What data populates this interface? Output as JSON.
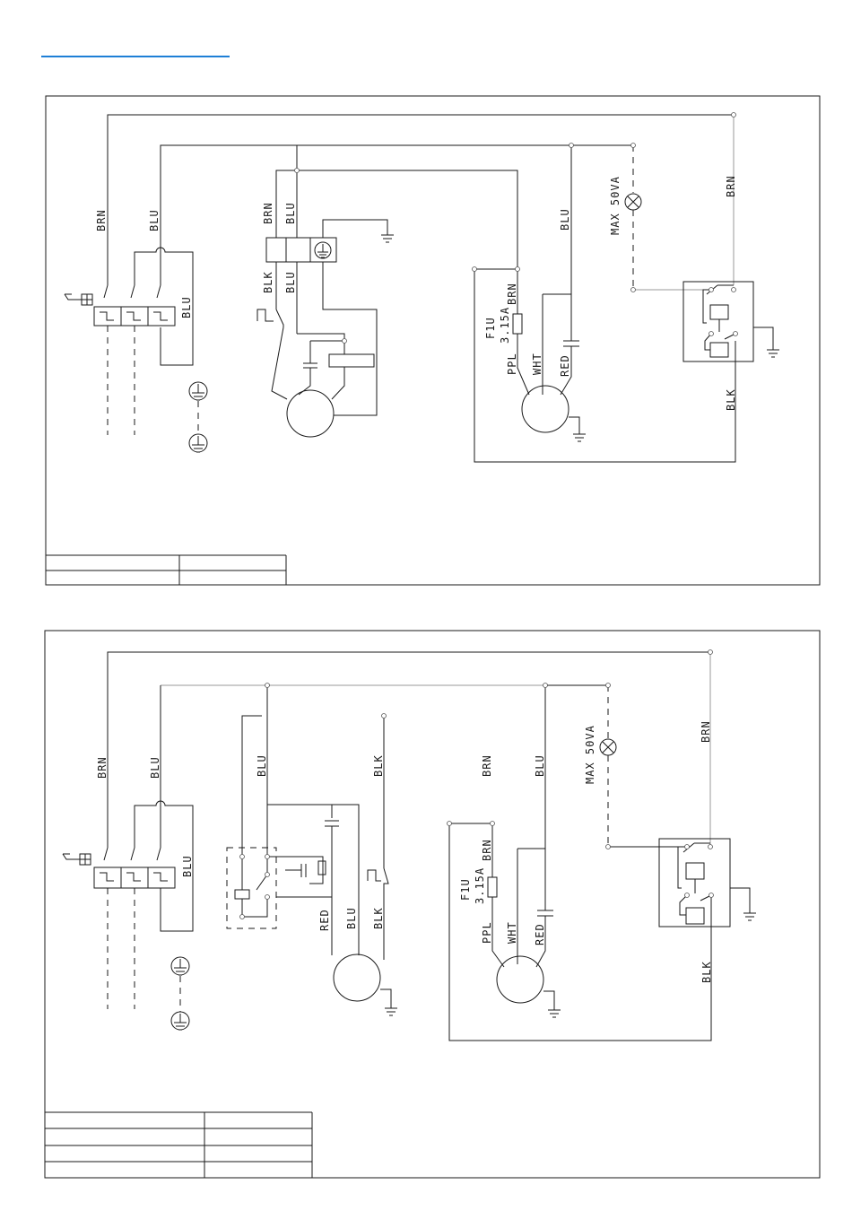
{
  "colors": {
    "header_rule": "#1e7fd6",
    "wire": "#1a1a1a",
    "grey_wire": "#9a9a9a"
  },
  "diagram1": {
    "labels": {
      "brn_left": "BRN",
      "blu_left": "BLU",
      "blu_breaker": "BLU",
      "brn_mid": "BRN",
      "blu_mid": "BLU",
      "blk_mid": "BLK",
      "blu_mid2": "BLU",
      "blu_right": "BLU",
      "lamp_rating": "MAX 50VA",
      "brn_far": "BRN",
      "brn_fuse": "BRN",
      "fuse_name": "F1U",
      "fuse_rating": "3.15A",
      "ppl": "PPL",
      "wht": "WHT",
      "red": "RED",
      "blk_far": "BLK"
    },
    "table_rows": 2
  },
  "diagram2": {
    "labels": {
      "brn_left": "BRN",
      "blu_left": "BLU",
      "blu_breaker": "BLU",
      "blu_mid": "BLU",
      "blk_mid": "BLK",
      "red_motor": "RED",
      "blu_motor": "BLU",
      "blk_motor": "BLK",
      "brn_pump": "BRN",
      "blu_right": "BLU",
      "lamp_rating": "MAX 50VA",
      "brn_far": "BRN",
      "brn_fuse": "BRN",
      "fuse_name": "F1U",
      "fuse_rating": "3.15A",
      "ppl": "PPL",
      "wht": "WHT",
      "red": "RED",
      "blk_far": "BLK"
    },
    "table_rows": 4
  }
}
